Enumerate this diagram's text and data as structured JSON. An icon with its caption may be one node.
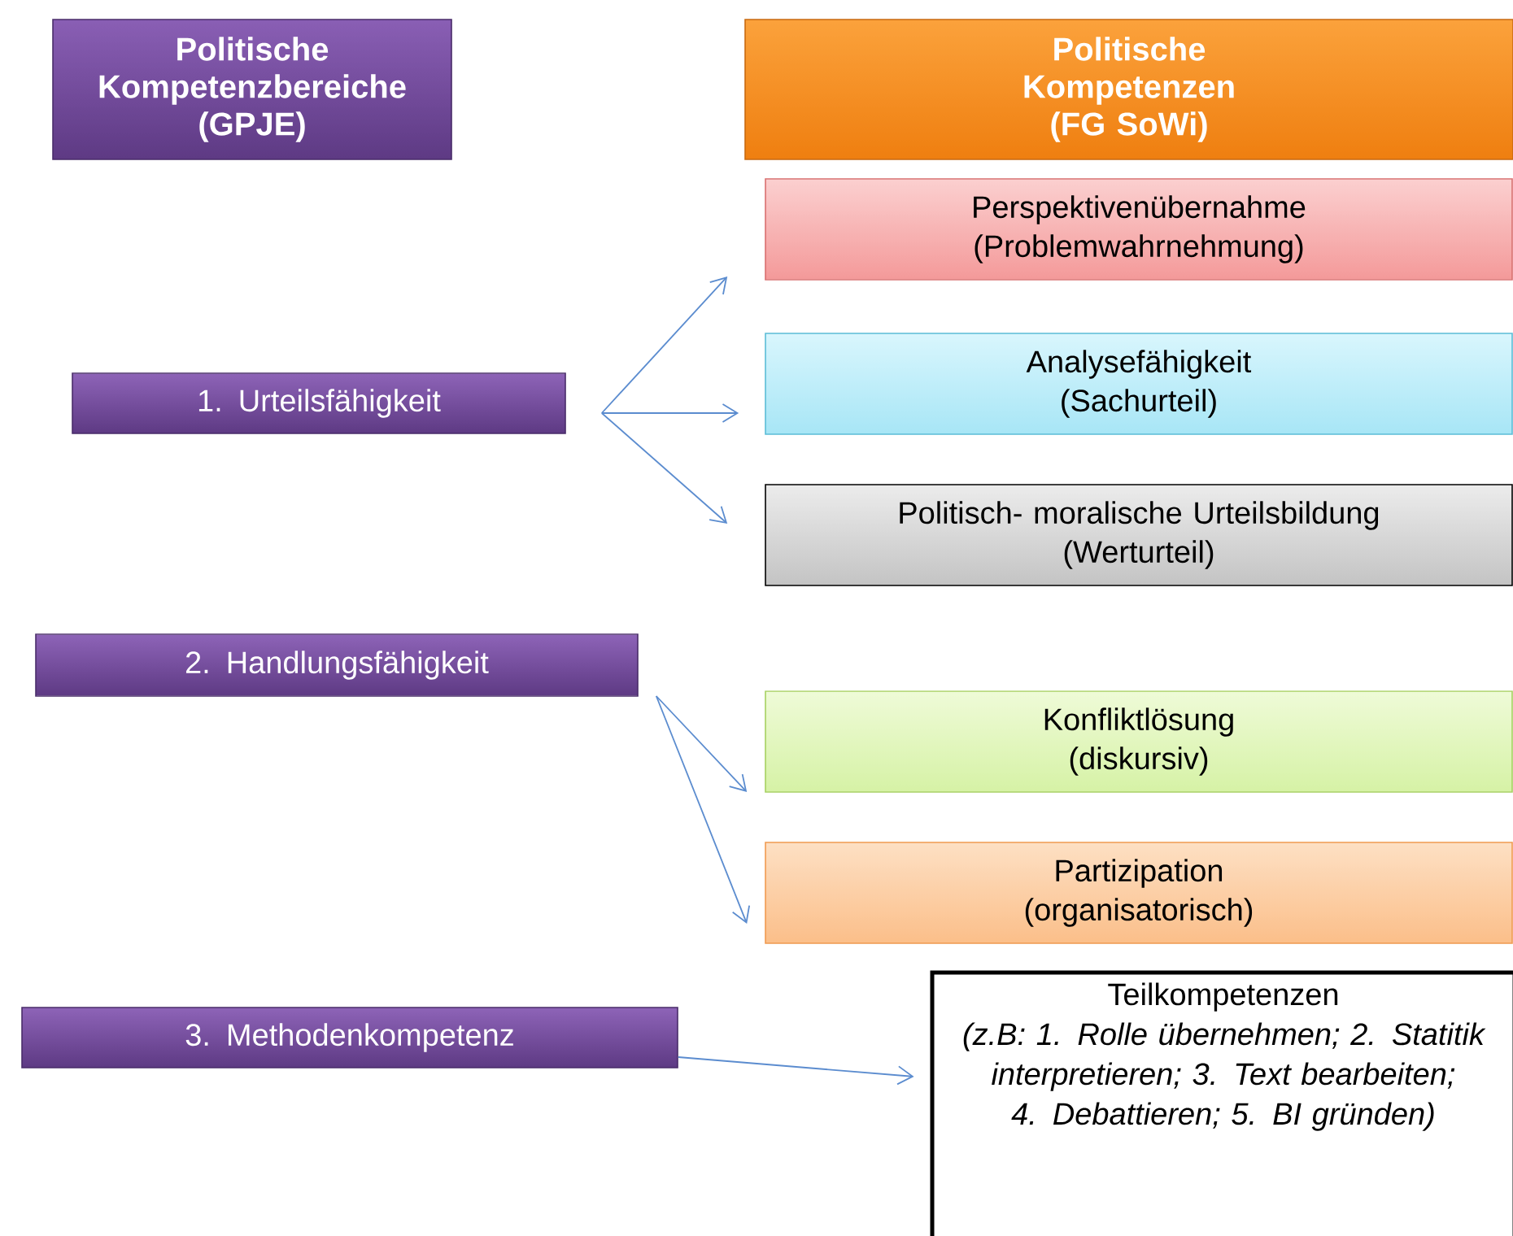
{
  "diagram": {
    "nodes": [
      {
        "text": [
          "Politische Kompetenzbereiche (GPJE)"
        ]
      },
      {
        "text": [
          "Politische Kompetenzen (FG SoWi)"
        ]
      },
      {
        "text": [
          "Perspektivenübernahme",
          "(Problemwahrnehmung)"
        ]
      },
      {
        "text": [
          "1. Urteilsfähigkeit"
        ]
      },
      {
        "text": [
          "Analysefähigkeit",
          "(Sachurteil)"
        ]
      },
      {
        "text": [
          "Politisch- moralische Urteilsbildung",
          "(Werturteil)"
        ]
      },
      {
        "text": [
          "2. Handlungsfähigkeit"
        ]
      },
      {
        "text": [
          "Konfliktlösung",
          "(diskursiv)"
        ]
      },
      {
        "text": [
          "Partizipation",
          "(organisatorisch)"
        ]
      },
      {
        "text": [
          "3. Methodenkompetenz"
        ]
      },
      {
        "text": [
          "Teilkompetenzen",
          "(z.B: 1. Rolle übernehmen; 2. Statitik interpretieren; 3. Text bearbeiten; 4. Debattieren; 5. BI gründen)"
        ]
      }
    ],
    "edges": [
      {
        "from": 3,
        "to": 2,
        "arrow": "to"
      },
      {
        "from": 3,
        "to": 4,
        "arrow": "to"
      },
      {
        "from": 3,
        "to": 5,
        "arrow": "to"
      },
      {
        "from": 6,
        "to": 7,
        "arrow": "to"
      },
      {
        "from": 6,
        "to": 8,
        "arrow": "to"
      },
      {
        "from": 9,
        "to": 10,
        "arrow": "to"
      }
    ]
  }
}
